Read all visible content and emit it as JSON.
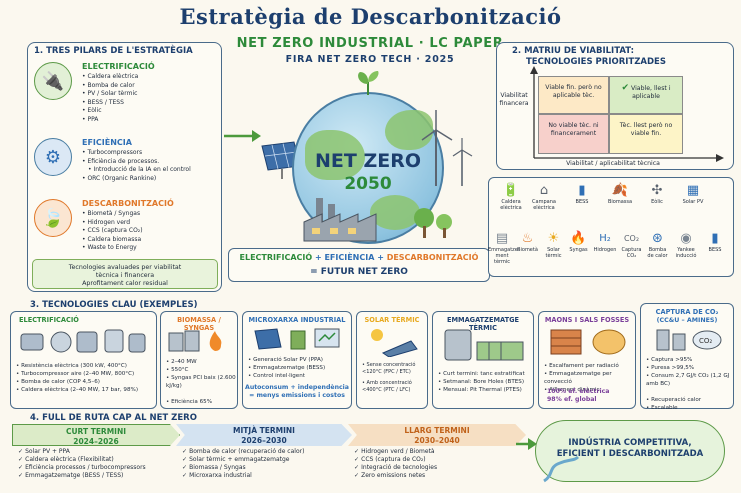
{
  "header": {
    "title": "Estratègia de Descarbonització",
    "subtitle": "NET ZERO INDUSTRIAL · LC PAPER",
    "event": "FIRA NET ZERO TECH · 2025"
  },
  "section1": {
    "title": "1. TRES PILARS DE L'ESTRATÈGIA",
    "pillars": [
      {
        "name": "ELECTRIFICACIÓ",
        "icon": "plug-icon",
        "items": [
          "Caldera elèctrica",
          "Bomba de calor",
          "PV / Solar tèrmic",
          "BESS / TESS",
          "Eòlic",
          "PPA"
        ]
      },
      {
        "name": "EFICIÈNCIA",
        "icon": "gear-chart-icon",
        "items": [
          "Turbocompressors",
          "Eficiència de processos.",
          "Introducció de la IA en el control",
          "ORC (Organic Rankine)"
        ]
      },
      {
        "name": "DESCARBONITZACIÓ",
        "icon": "leaf-icon",
        "items": [
          "Biometà / Syngas",
          "Hidrogen verd",
          "CCS (captura CO₂)",
          "Caldera biomassa",
          "Waste to Energy"
        ]
      }
    ],
    "note_line1": "Tecnologies avaluades per viabilitat",
    "note_line2": "tècnica i financera",
    "note_line3": "Aprofitament calor residual"
  },
  "center": {
    "net_zero": "NET ZERO",
    "year": "2050",
    "eq_line1_a": "ELECTRIFICACIÓ",
    "eq_line1_b": " + EFICIÈNCIA + ",
    "eq_line1_c": "DESCARBONITZACIÓ",
    "eq_line2": "= FUTUR NET ZERO"
  },
  "section2": {
    "title_line1": "2. MATRIU DE VIABILITAT:",
    "title_line2": "TECNOLOGIES PRIORITZADES",
    "y_label_line1": "Viabilitat",
    "y_label_line2": "financera",
    "x_label": "Viabilitat / aplicabilitat tècnica",
    "cells": {
      "top_left": "Viable fin. però no aplicable tèc.",
      "top_right": "Viable, llest i aplicable",
      "bottom_left": "No viable tèc. ni financerament",
      "bottom_right": "Tèc. llest però no viable fin."
    },
    "tech_row1": [
      {
        "label": "Caldera elèctrica",
        "icon": "battery-icon"
      },
      {
        "label": "Campana elèctrica",
        "icon": "hood-icon"
      },
      {
        "label": "BESS",
        "icon": "bess-icon"
      },
      {
        "label": "Biomassa",
        "icon": "biomass-icon"
      },
      {
        "label": "Eòlic",
        "icon": "wind-turbine-icon"
      },
      {
        "label": "Solar PV",
        "icon": "solar-panel-icon"
      }
    ],
    "tech_row2": [
      {
        "label": "Emmagatze-ment tèrmic",
        "icon": "tank-icon"
      },
      {
        "label": "Biometà",
        "icon": "biomethane-icon"
      },
      {
        "label": "Solar tèrmic",
        "icon": "sun-icon"
      },
      {
        "label": "Syngas",
        "icon": "flame-icon"
      },
      {
        "label": "Hidrogen",
        "icon": "hydrogen-icon"
      },
      {
        "label": "Captura CO₂",
        "icon": "co2-icon"
      },
      {
        "label": "Bomba de calor",
        "icon": "heat-pump-icon"
      },
      {
        "label": "Yankee inducció",
        "icon": "cylinder-icon"
      },
      {
        "label": "BESS",
        "icon": "bess-icon"
      }
    ]
  },
  "section3": {
    "title": "3. TECNOLOGIES CLAU (EXEMPLES)",
    "cards": [
      {
        "title": "ELECTRIFICACIÓ",
        "items": [
          "Resistència elèctrica (300 kW, 400°C)",
          "Turbocompressor aire (2–40 MW, 800°C)",
          "Bomba de calor (COP 4,5–6)",
          "Caldera elèctrica (2–40 MW, 17 bar, 98%)"
        ]
      },
      {
        "title": "BIOMASSA / SYNGAS",
        "items": [
          "2–40 MW",
          "550°C",
          "Syngas PCI baix (2.600 kJ/kg)",
          "Eficiència 65%"
        ]
      },
      {
        "title": "MICROXARXA INDUSTRIAL",
        "items": [
          "Generació Solar PV (PPA)",
          "Emmagatzematge (BESS)",
          "Control intel·ligent"
        ],
        "footer_line1": "Autoconsum + independència",
        "footer_line2": "= menys emissions i costos"
      },
      {
        "title": "SOLAR TÈRMIC",
        "items": [
          "Sense concentració <120°C (FPC / ETC)",
          "Amb concentració <400°C (PTC / LFC)"
        ]
      },
      {
        "title": "EMMAGATZEMATGE TÈRMIC",
        "items": [
          "Curt termini: tanc estratificat",
          "Setmanal: Bore Holes (BTES)",
          "Mensual: Pit Thermal (PTES)"
        ]
      },
      {
        "title": "MAONS I SALS FOSSES",
        "items": [
          "Escalfament per radiació",
          "Emmagatzematge per convecció",
          "Aïllament dinàmic"
        ],
        "footer_line1": "100% ef. elèctrica",
        "footer_line2": "98% ef. global"
      },
      {
        "title": "CAPTURA DE CO₂",
        "subtitle": "(CC&U – AMINES)",
        "items": [
          "Captura >95%",
          "Puresa >99,5%",
          "Consum 2,7 GJ/t CO₂ (1,2 GJ amb BC)",
          "Recuperació calor",
          "Escalable"
        ]
      }
    ]
  },
  "section4": {
    "title": "4. FULL DE RUTA CAP AL NET ZERO",
    "phases": [
      {
        "name": "CURT TERMINI",
        "years": "2024–2026",
        "color": "#dcebc8",
        "items": [
          "Solar PV + PPA",
          "Caldera elèctrica (Flexibilitat)",
          "Eficiència processos / turbocompressors",
          "Emmagatzematge (BESS / TESS)"
        ]
      },
      {
        "name": "MITJÀ TERMINI",
        "years": "2026–2030",
        "color": "#d4e3f1",
        "items": [
          "Bomba de calor (recuperació de calor)",
          "Solar tèrmic + emmagatzematge",
          "Biomassa / Syngas",
          "Microxarxa industrial"
        ]
      },
      {
        "name": "LLARG TERMINI",
        "years": "2030–2040",
        "color": "#f6dfc3",
        "items": [
          "Hidrogen verd / Biometà",
          "CCS (captura de CO₂)",
          "Integració de tecnologies",
          "Zero emissions netes"
        ]
      }
    ],
    "goal_line1": "INDÚSTRIA COMPETITIVA,",
    "goal_line2": "EFICIENT I DESCARBONITZADA"
  },
  "colors": {
    "green": "#2d8a3a",
    "navy": "#1d3f6e",
    "orange": "#e0782a",
    "blue": "#2f6fb5"
  }
}
